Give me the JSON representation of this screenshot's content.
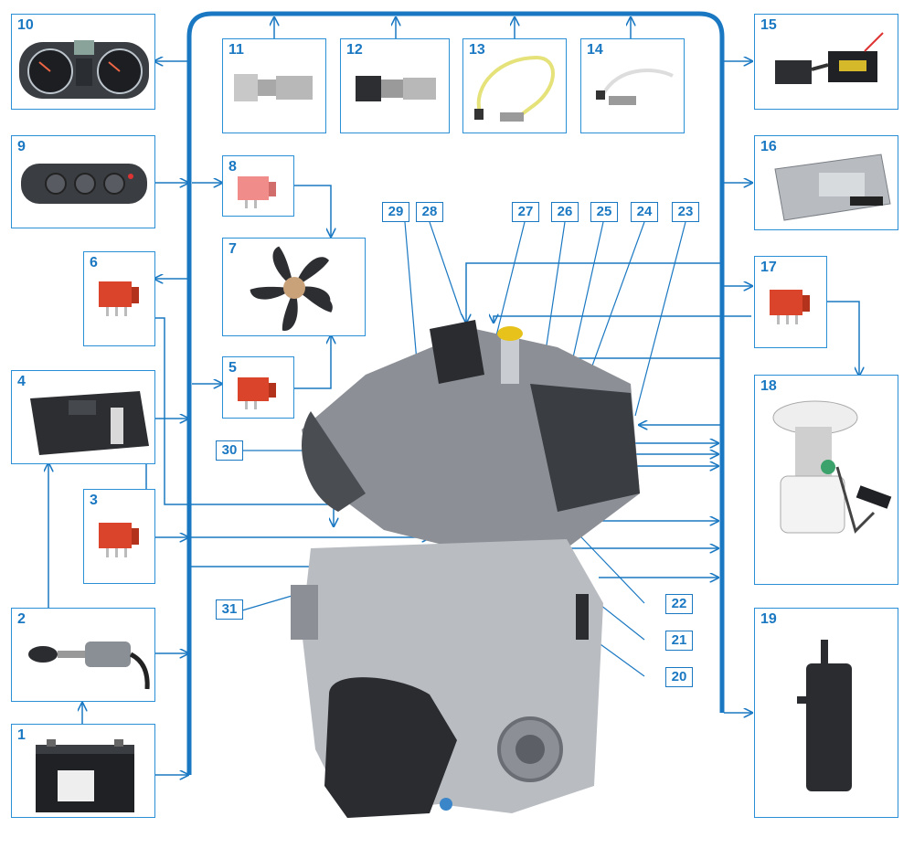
{
  "colors": {
    "bus": "#1a78c2",
    "border": "#2a8fd6",
    "label": "#1a78c2",
    "pipe": "#5aa7e0"
  },
  "components": [
    {
      "label": "1",
      "icon": "battery-icon"
    },
    {
      "label": "2",
      "icon": "ignition-switch-icon"
    },
    {
      "label": "3",
      "icon": "relay-icon"
    },
    {
      "label": "4",
      "icon": "control-unit-icon"
    },
    {
      "label": "5",
      "icon": "relay-icon"
    },
    {
      "label": "6",
      "icon": "relay-icon"
    },
    {
      "label": "7",
      "icon": "cooling-fan-icon"
    },
    {
      "label": "8",
      "icon": "relay-icon"
    },
    {
      "label": "9",
      "icon": "heater-control-panel-icon"
    },
    {
      "label": "10",
      "icon": "instrument-cluster-icon"
    },
    {
      "label": "11",
      "icon": "pressure-sensor-icon"
    },
    {
      "label": "12",
      "icon": "pressure-sensor-icon"
    },
    {
      "label": "13",
      "icon": "oxygen-sensor-icon"
    },
    {
      "label": "14",
      "icon": "oxygen-sensor-icon"
    },
    {
      "label": "15",
      "icon": "diagnostic-connector-icon"
    },
    {
      "label": "16",
      "icon": "engine-ecu-icon"
    },
    {
      "label": "17",
      "icon": "relay-icon"
    },
    {
      "label": "18",
      "icon": "fuel-pump-module-icon"
    },
    {
      "label": "19",
      "icon": "canister-icon"
    }
  ],
  "callouts": [
    "20",
    "21",
    "22",
    "23",
    "24",
    "25",
    "26",
    "27",
    "28",
    "29",
    "30",
    "31"
  ],
  "engine": {
    "icon": "engine-icon"
  }
}
